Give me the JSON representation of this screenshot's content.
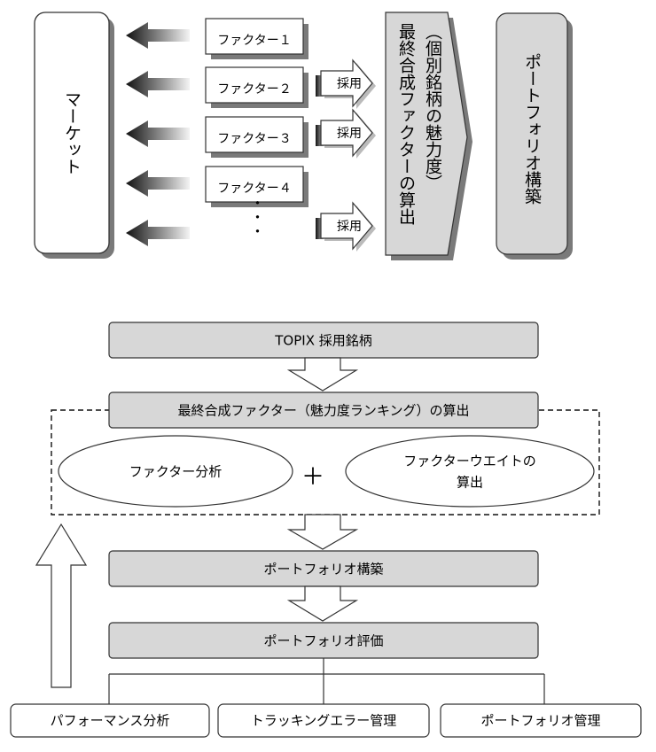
{
  "top": {
    "market": "マーケット",
    "factors": [
      "ファクター１",
      "ファクター２",
      "ファクター３",
      "ファクター４"
    ],
    "dots": "・・・",
    "adopt": "採用",
    "final_line1": "（個別銘柄の魅力度）",
    "final_line2": "最終合成ファクターの算出",
    "portfolio": "ポートフォリオ構築"
  },
  "flow": {
    "topix": "TOPIX 採用銘柄",
    "final": "最終合成ファクター（魅力度ランキング）の算出",
    "analysis": "ファクター分析",
    "plus": "＋",
    "weight_line1": "ファクターウエイトの",
    "weight_line2": "算出",
    "build": "ポートフォリオ構築",
    "evaluate": "ポートフォリオ評価",
    "outputs": [
      "パフォーマンス分析",
      "トラッキングエラー管理",
      "ポートフォリオ管理"
    ]
  },
  "colors": {
    "box_gray": "#d7d7d7",
    "border": "#3a3a3a",
    "shadow": "#7a7a7a"
  }
}
